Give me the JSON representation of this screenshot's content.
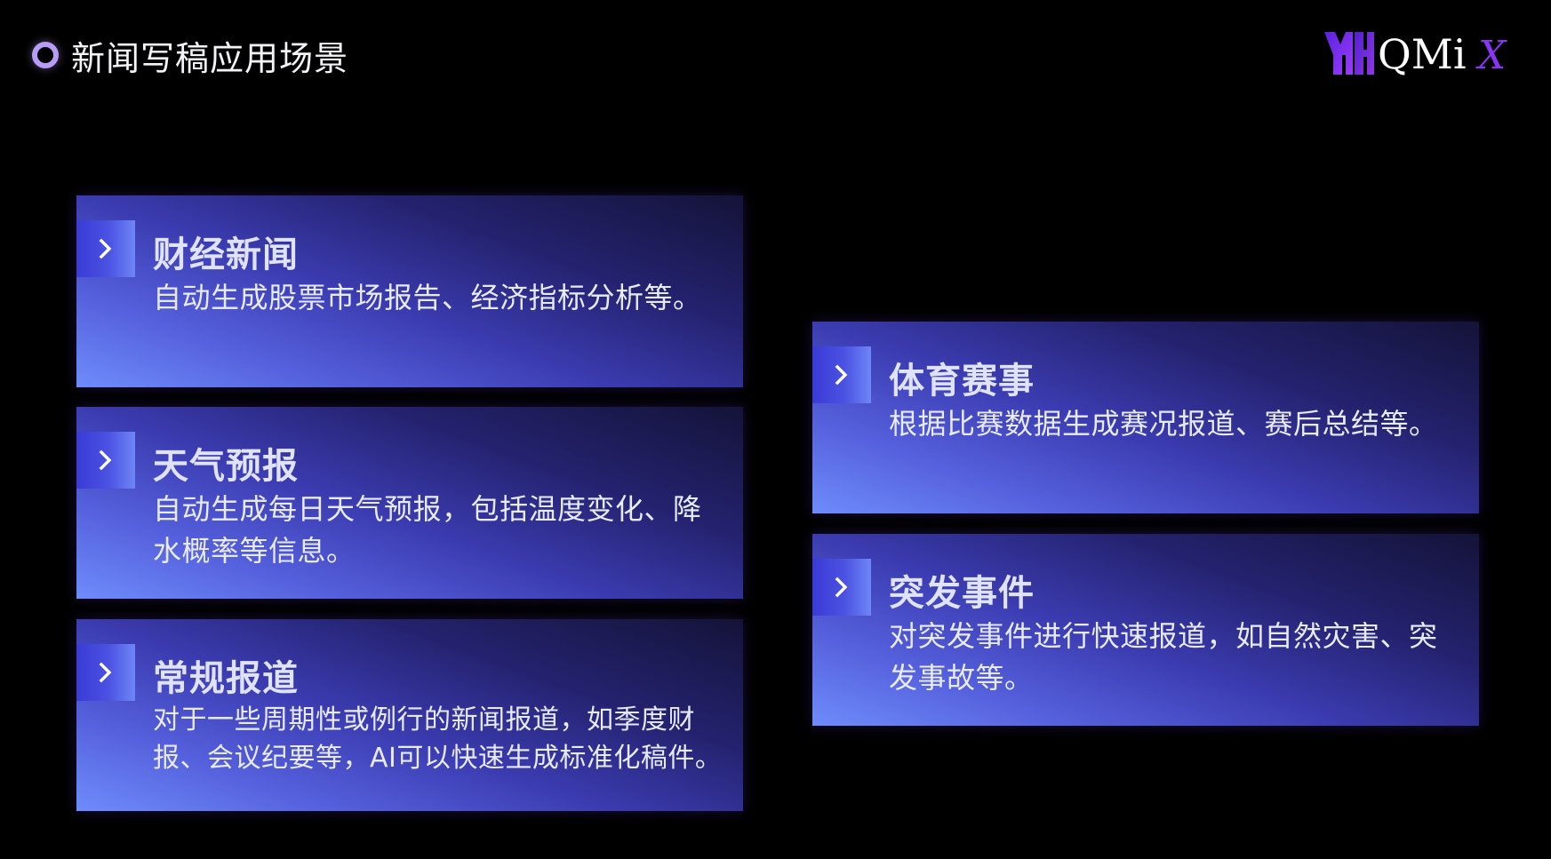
{
  "page": {
    "title": "新闻写稿应用场景"
  },
  "logo": {
    "mark": "YH",
    "text": "QMi",
    "accent": "X"
  },
  "cards": [
    {
      "title": "财经新闻",
      "description": "自动生成股票市场报告、经济指标分析等。"
    },
    {
      "title": "天气预报",
      "description": "自动生成每日天气预报，包括温度变化、降水概率等信息。"
    },
    {
      "title": "常规报道",
      "description": "对于一些周期性或例行的新闻报道，如季度财报、会议纪要等，AI可以快速生成标准化稿件。"
    },
    {
      "title": "体育赛事",
      "description": "根据比赛数据生成赛况报道、赛后总结等。"
    },
    {
      "title": "突发事件",
      "description": "对突发事件进行快速报道，如自然灾害、突发事故等。"
    }
  ],
  "colors": {
    "background": "#000000",
    "title_dot": "#b69cf7",
    "card_light": "#6e8cfb",
    "card_dark": "#141338",
    "card_title": "#dfe3ff",
    "logo_purple": "#7b2ff7",
    "logo_white": "#ffffff"
  },
  "icons": {
    "title_marker": "ring-dot-icon",
    "card_marker": "chevron-right-icon"
  }
}
